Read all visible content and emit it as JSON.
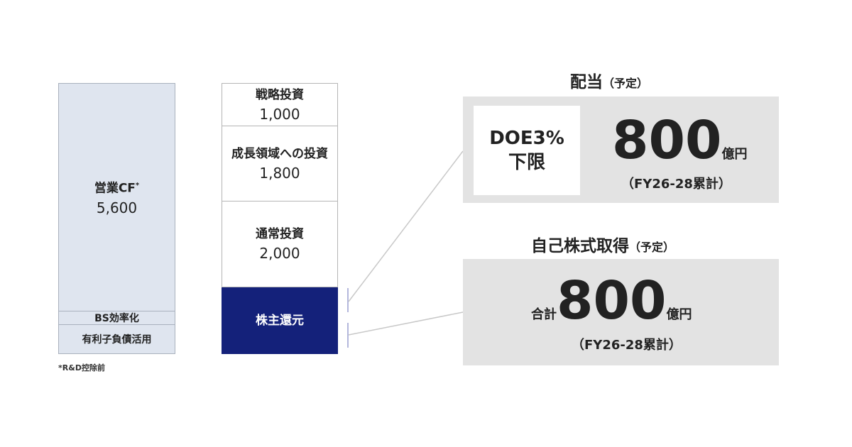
{
  "chart_data": {
    "type": "bar",
    "stacks": [
      {
        "name": "sources",
        "segments": [
          {
            "label": "営業CF",
            "sup": "*",
            "value": 5600
          },
          {
            "label": "BS効率化",
            "value": null
          },
          {
            "label": "有利子負債活用",
            "value": null
          }
        ],
        "footnote": "*R&D控除前"
      },
      {
        "name": "uses",
        "segments": [
          {
            "label": "戦略投資",
            "value": 1000
          },
          {
            "label": "成長領域への投資",
            "value": 1800
          },
          {
            "label": "通常投資",
            "value": 2000
          },
          {
            "label": "株主還元",
            "value": null
          }
        ]
      }
    ],
    "display": {
      "op_cf_value": "5,600",
      "strategic_value": "1,000",
      "growth_value": "1,800",
      "normal_value": "2,000"
    }
  },
  "shareholder_returns": {
    "dividend": {
      "title": "配当",
      "title_note": "（予定）",
      "policy": "DOE3%",
      "policy_sub": "下限",
      "amount": "800",
      "unit": "億円",
      "period": "（FY26-28累計）"
    },
    "buyback": {
      "title": "自己株式取得",
      "title_note": "（予定）",
      "prefix": "合計",
      "amount": "800",
      "unit": "億円",
      "period": "（FY26-28累計）"
    }
  },
  "colors": {
    "source_fill": "#dfe5ef",
    "return_fill": "#14217a",
    "panel_fill": "#e3e3e3"
  }
}
